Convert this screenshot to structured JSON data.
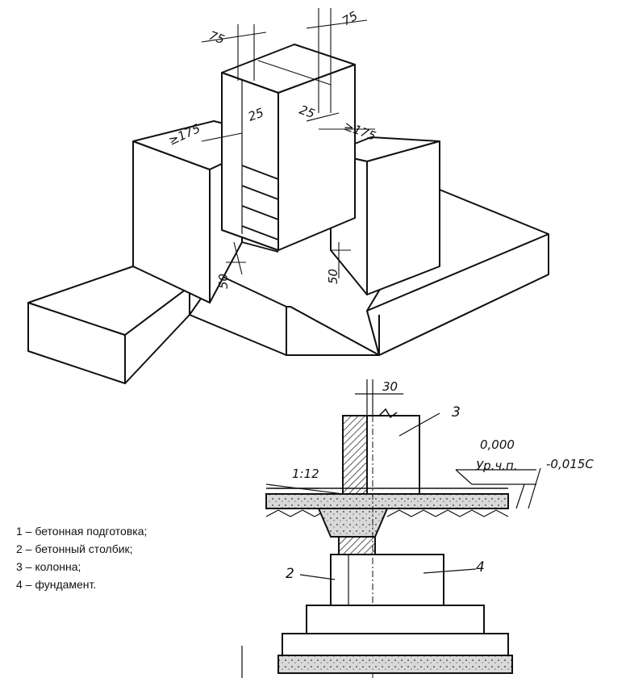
{
  "iso_dimensions": {
    "top_left_75": "75",
    "top_right_75": "75",
    "left_ge_175": "≥175",
    "left_25": "25",
    "right_25": "25",
    "right_ge_175": "≥175",
    "left_50": "50",
    "right_50": "50"
  },
  "section_labels": {
    "dim_30": "30",
    "label_3": "3",
    "level_0000": "0,000",
    "floor_level": "Ур.ч.п.",
    "level_minus": "-0,015С",
    "slope": "1:12",
    "label_2": "2",
    "label_4": "4"
  },
  "legend": [
    "1 – бетонная подготовка;",
    "2 – бетонный столбик;",
    "3 – колонна;",
    "4 – фундамент."
  ]
}
